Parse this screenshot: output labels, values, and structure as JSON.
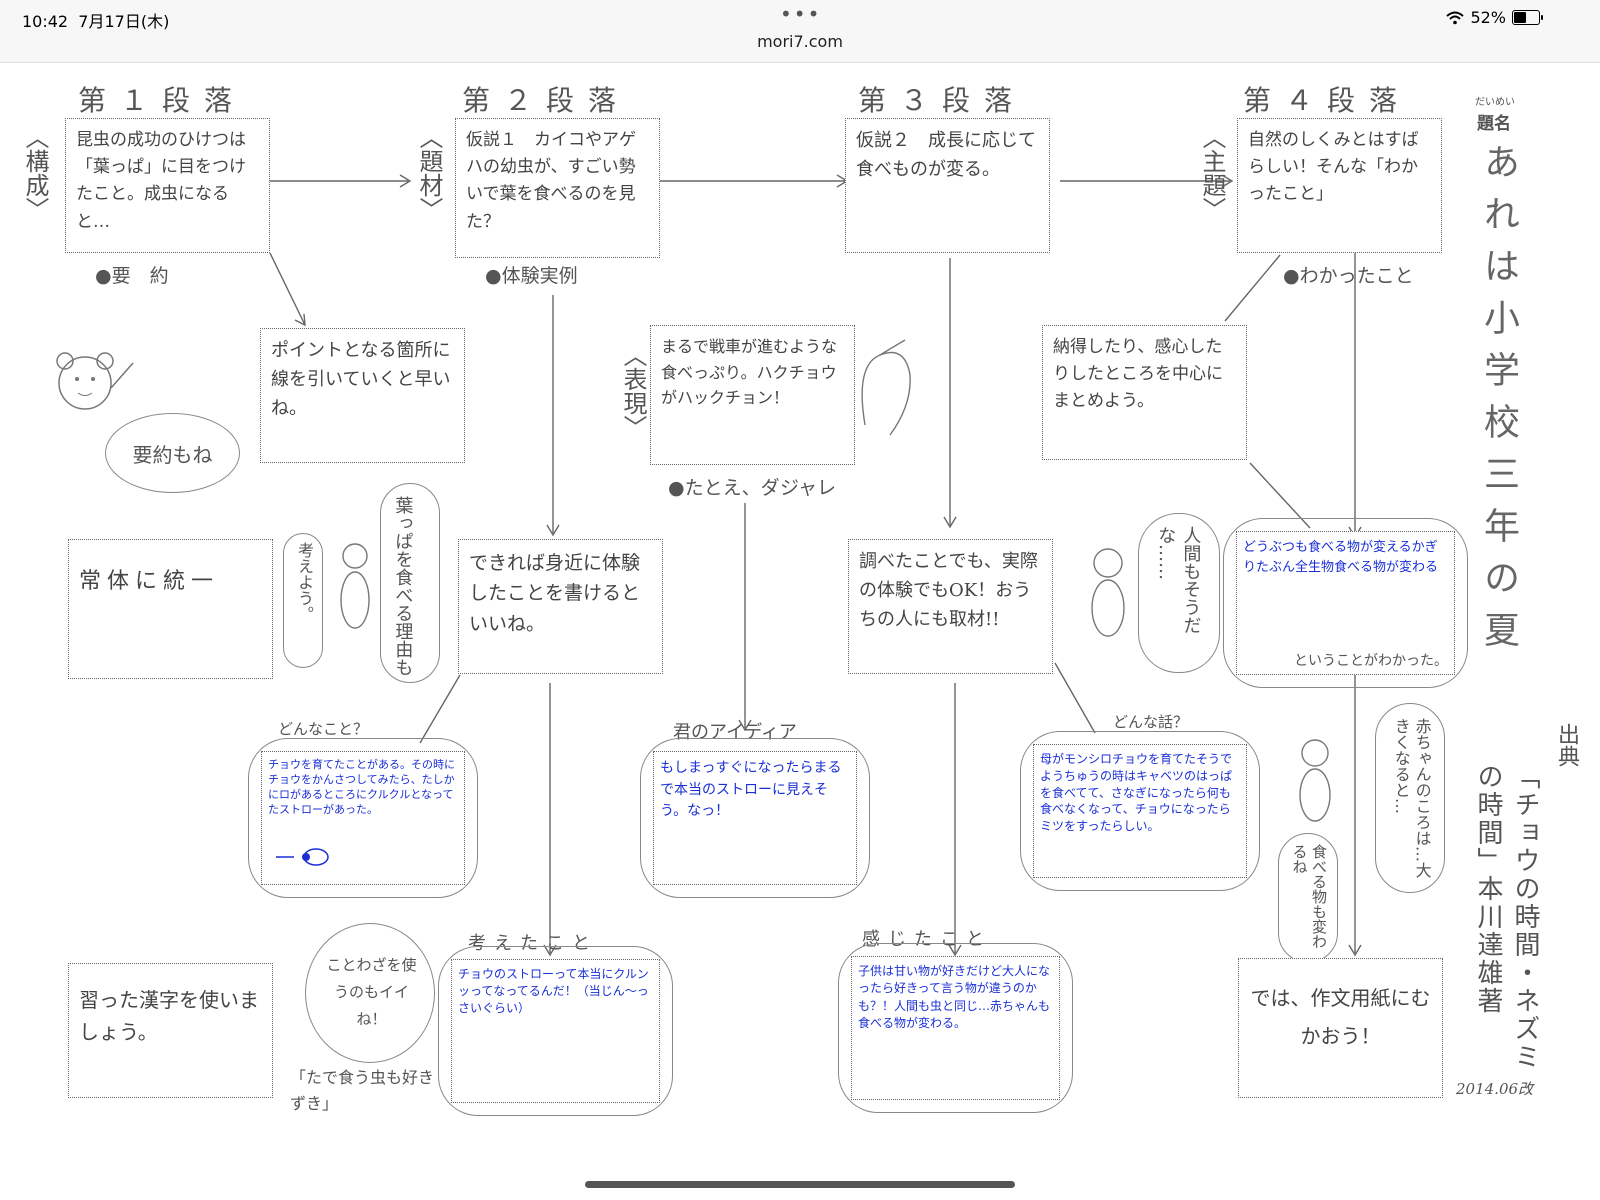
{
  "status_bar": {
    "time": "10:42",
    "date": "7月17日(木)",
    "url": "mori7.com",
    "battery": "52%",
    "battery_level": 0.52
  },
  "headings": {
    "p1": "第１段落",
    "p2": "第２段落",
    "p3": "第３段落",
    "p4": "第４段落"
  },
  "side_labels": {
    "kousei": "〈構成〉",
    "daizai": "〈題材〉",
    "hyougen": "〈表現〉",
    "shudai": "〈主題〉"
  },
  "boxes": {
    "p1_text": "昆虫の成功のひけつは「葉っぱ」に目をつけたこと。成虫になると…",
    "p1_label": "●要　約",
    "p2_text": "仮説１　カイコやアゲハの幼虫が、すごい勢いで葉を食べるのを見た？",
    "p2_label": "●体験実例",
    "p3_text": "仮説２　成長に応じて食べものが変る。",
    "p4_text": "自然のしくみとはすばらしい！そんな「わかったこと」",
    "p4_label": "●わかったこと",
    "point_text": "ポイントとなる箇所に線を引いていくと早いね。",
    "expression_text": "まるで戦車が進むような食べっぷり。ハクチョウがハックチョン！",
    "expression_label": "●たとえ、ダジャレ",
    "nattoku_text": "納得したり、感心したりしたところを中心にまとめよう。",
    "joutai_text": "常体に統一",
    "taiken_text": "できれば身近に体験したことを書けるといいね。",
    "shirabe_text": "調べたことでも、実際の体験でもOK！おうちの人にも取材!!",
    "kanji_text": "習った漢字を使いましょう。",
    "final_text": "では、作文用紙にむかおう！",
    "wakatta_suffix": "ということがわかった。"
  },
  "speech": {
    "youyaku": "要約もね",
    "kangaeyou": "考えよう。",
    "happa_riyuu": "葉っぱを食べる理由も",
    "ningen": "人間もそうだな……",
    "kotowaza": "ことわざを使うのもイイね！",
    "tade": "「たで食う虫も好きずき」",
    "akachan": "赤ちゃんのころは…大きくなると…",
    "taberu": "食べる物も変わるね"
  },
  "prompts": {
    "donna_koto": "どんなこと？",
    "kimi_idea": "君のアイディア",
    "donna_hanashi": "どんな話？",
    "kangaeta": "考えたこと",
    "kanjita": "感じたこと"
  },
  "answers": {
    "a1": "チョウを育てたことがある。その時にチョウをかんさつしてみたら、たしかにロがあるところにクルクルとなってたストローがあった。",
    "a2": "もしまっすぐになったらまるで本当のストローに見えそう。なっ！",
    "a3": "母がモンシロチョウを育てたそうでようちゅうの時はキャベツのはっぱを食べてて、さなぎになったら何も食べなくなって、チョウになったらミツをすったらしい。",
    "a4": "チョウのストローって本当にクルンッってなってるんだ！（当じん〜っさいぐらい）",
    "a5": "子供は甘い物が好きだけど大人になったら好きって言う物が違うのかも？！人間も虫と同じ…赤ちゃんも食べる物が変わる。",
    "a6": "どうぶつも食べる物が変えるかぎりたぶん全生物食べる物が変わる"
  },
  "title_column": {
    "ruby": "だいめい",
    "label": "題名",
    "title": "あれは小学校三年の夏"
  },
  "source": {
    "label": "出典",
    "text": "「チョウの時間・ネズミの時間」本川達雄著",
    "date": "2014.06改"
  }
}
